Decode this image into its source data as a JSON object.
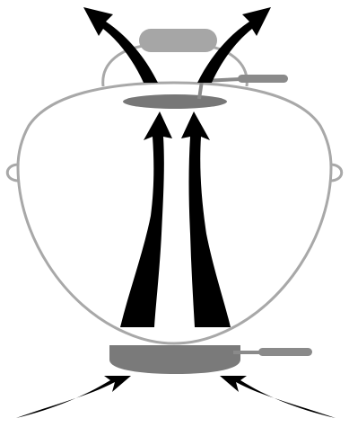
{
  "diagram": {
    "colors": {
      "outline": "#a8a8a8",
      "lid_handle": "#a6a6a6",
      "top_vent": "#777777",
      "bottom_vent": "#7a7a7a",
      "damper": "#8a8a8a",
      "arrows": "#000000",
      "background": "#ffffff"
    },
    "parts": [
      "grill-body-outline",
      "lid-handle",
      "lid-handle-bracket",
      "top-vent",
      "top-vent-damper-handle",
      "bottom-vent",
      "bottom-vent-damper-handle",
      "airflow-arrows"
    ]
  }
}
